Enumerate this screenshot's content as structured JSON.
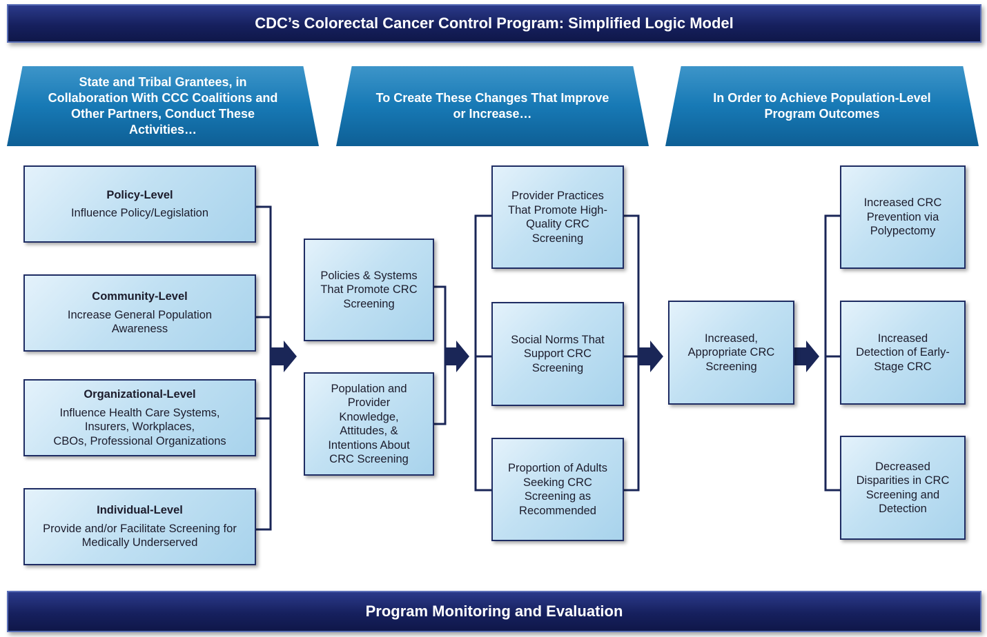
{
  "title": "CDC’s Colorectal Cancer Control Program: Simplified Logic Model",
  "footer": "Program Monitoring and Evaluation",
  "headers": {
    "activities": [
      "State and Tribal Grantees, in",
      "Collaboration With CCC Coalitions and",
      "Other Partners, Conduct These",
      "Activities…"
    ],
    "changes": [
      "To Create These Changes That Improve",
      "or Increase…"
    ],
    "outcomes": [
      "In Order to Achieve Population-Level",
      "Program Outcomes"
    ]
  },
  "activities": [
    {
      "heading": "Policy-Level",
      "body": "Influence Policy/Legislation"
    },
    {
      "heading": "Community-Level",
      "body": "Increase General Population\nAwareness"
    },
    {
      "heading": "Organizational-Level",
      "body": "Influence Health Care Systems,\nInsurers, Workplaces,\nCBOs, Professional Organizations"
    },
    {
      "heading": "Individual-Level",
      "body": "Provide and/or Facilitate Screening for\nMedically Underserved"
    }
  ],
  "short_term": [
    {
      "body": "Policies & Systems\nThat Promote CRC\nScreening"
    },
    {
      "body": "Population and\nProvider\nKnowledge,\nAttitudes, &\nIntentions About\nCRC Screening"
    }
  ],
  "intermediate": [
    {
      "body": "Provider Practices\nThat Promote High-\nQuality CRC\nScreening"
    },
    {
      "body": "Social Norms That\nSupport CRC\nScreening"
    },
    {
      "body": "Proportion of Adults\nSeeking CRC\nScreening as\nRecommended"
    }
  ],
  "screening": {
    "body": "Increased,\nAppropriate CRC\nScreening"
  },
  "outcomes": [
    {
      "body": "Increased CRC\nPrevention via\nPolypectomy"
    },
    {
      "body": "Increased\nDetection of Early-\nStage CRC"
    },
    {
      "body": "Decreased\nDisparities in CRC\nScreening and\nDetection"
    }
  ],
  "colors": {
    "banner": "#16205e",
    "header": "#1779b5",
    "box": "#c2e1f3",
    "connector": "#1a2657"
  }
}
